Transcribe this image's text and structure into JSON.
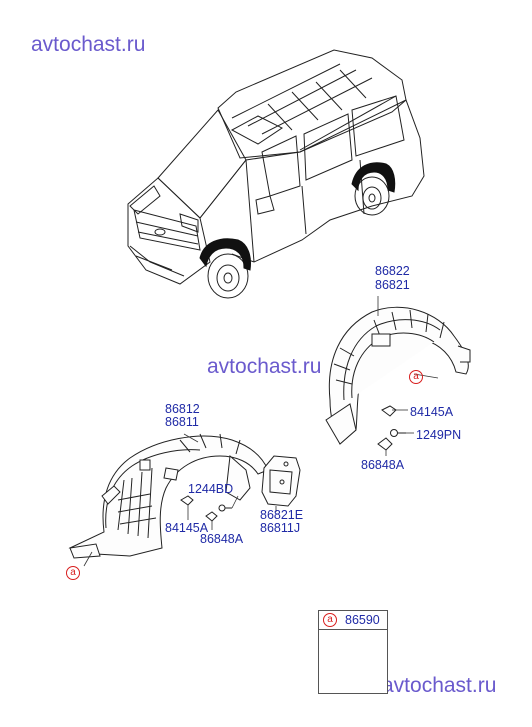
{
  "watermarks": [
    "avtochast.ru",
    "avtochast.ru",
    "avtochast.ru"
  ],
  "callouts": {
    "rear_group": [
      "86822",
      "86821"
    ],
    "rear_clip": "84145A",
    "rear_bolt": "1249PN",
    "rear_nut": "86848A",
    "front_group": [
      "86812",
      "86811"
    ],
    "front_bolt": "1244BD",
    "front_clip": "84145A",
    "front_nut": "86848A",
    "mudguard": [
      "86821E",
      "86811J"
    ]
  },
  "ref_marker": "a",
  "legend": {
    "marker": "a",
    "part_number": "86590"
  },
  "colors": {
    "watermark": "#6a5acd",
    "callout_text": "#1f2aa6",
    "ref_circle": "#d81e1e",
    "linework": "#222222"
  }
}
